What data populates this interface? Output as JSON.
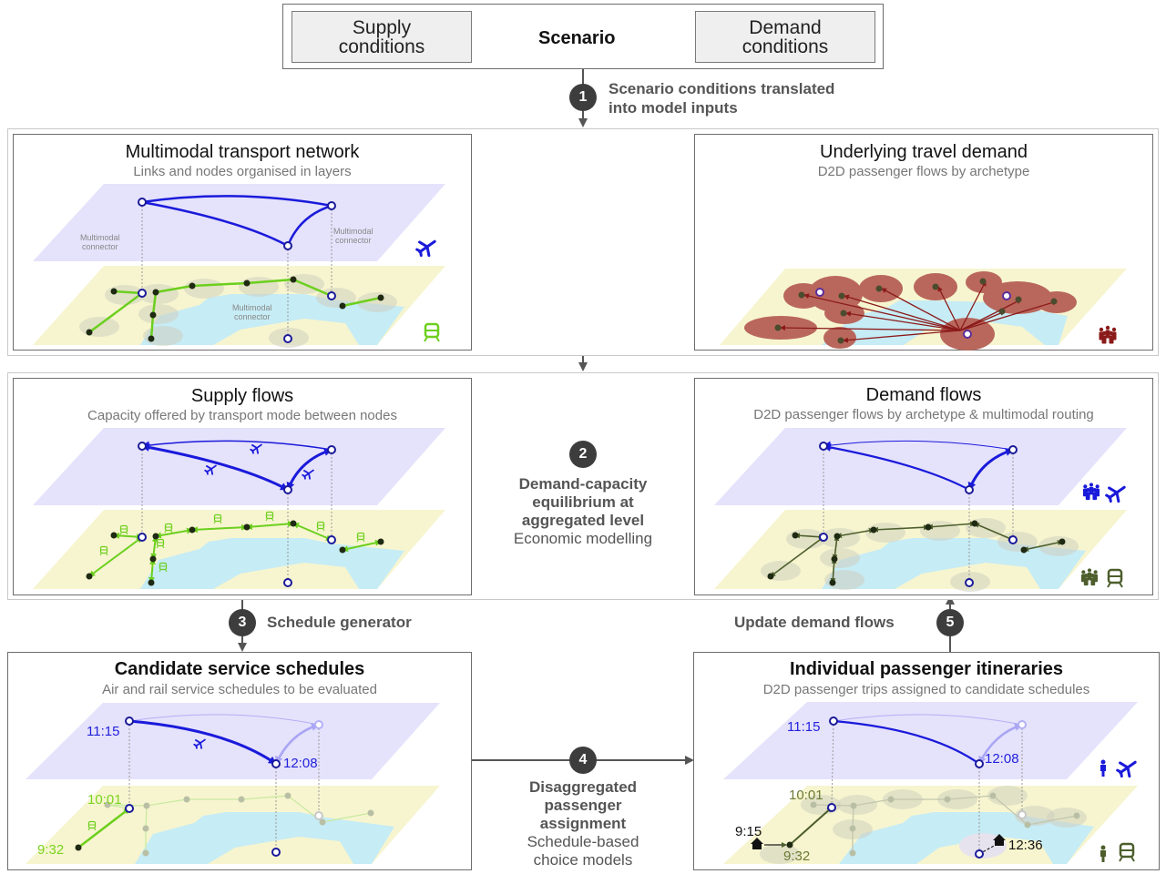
{
  "scenario": {
    "title": "Scenario",
    "supply_conditions": "Supply conditions",
    "demand_conditions": "Demand conditions"
  },
  "steps": [
    {
      "number": "1",
      "label": "Scenario conditions translated into model inputs",
      "line1": "Scenario conditions translated",
      "line2": "into model inputs"
    },
    {
      "number": "2",
      "bold_lines": [
        "Demand-capacity",
        "equilibrium at",
        "aggregated level"
      ],
      "sub": "Economic modelling"
    },
    {
      "number": "3",
      "label": "Schedule generator"
    },
    {
      "number": "4",
      "bold_lines": [
        "Disaggregated",
        "passenger",
        "assignment"
      ],
      "sub_lines": [
        "Schedule-based",
        "choice models"
      ]
    },
    {
      "number": "5",
      "label": "Update demand flows"
    }
  ],
  "panels": {
    "network": {
      "title": "Multimodal transport network",
      "subtitle": "Links and nodes organised in layers",
      "connector_label_line1": "Multimodal",
      "connector_label_line2": "connector",
      "icons": [
        "plane-icon",
        "train-icon"
      ]
    },
    "travel_demand": {
      "title": "Underlying travel demand",
      "subtitle": "D2D passenger flows by archetype",
      "icons": [
        "group-icon"
      ]
    },
    "supply_flows": {
      "title": "Supply flows",
      "subtitle": "Capacity offered by transport mode between nodes"
    },
    "demand_flows": {
      "title": "Demand flows",
      "subtitle": "D2D passenger flows by archetype & multimodal routing",
      "icons": [
        "group-icon",
        "plane-icon",
        "group-icon",
        "train-icon"
      ]
    },
    "schedules": {
      "title": "Candidate service schedules",
      "subtitle": "Air and rail service schedules to be evaluated",
      "times": {
        "air_dep": "11:15",
        "air_arr": "12:08",
        "rail_arr": "10:01",
        "rail_dep": "9:32"
      }
    },
    "itineraries": {
      "title": "Individual passenger itineraries",
      "subtitle": "D2D passenger trips assigned to candidate schedules",
      "times": {
        "air_dep": "11:15",
        "air_arr": "12:08",
        "rail_arr": "10:01",
        "home_dep": "9:15",
        "rail_dep": "9:32",
        "home_arr": "12:36"
      }
    }
  },
  "colors": {
    "air": "#1a1adb",
    "rail": "#6ccf1e",
    "rail_dark": "#4d5e2c",
    "demand": "#8b1a1a",
    "air_layer": "#e5e2fb",
    "ground_layer": "#f7f5cf",
    "water": "#c6ecf5",
    "badge": "#3d3d3d"
  }
}
